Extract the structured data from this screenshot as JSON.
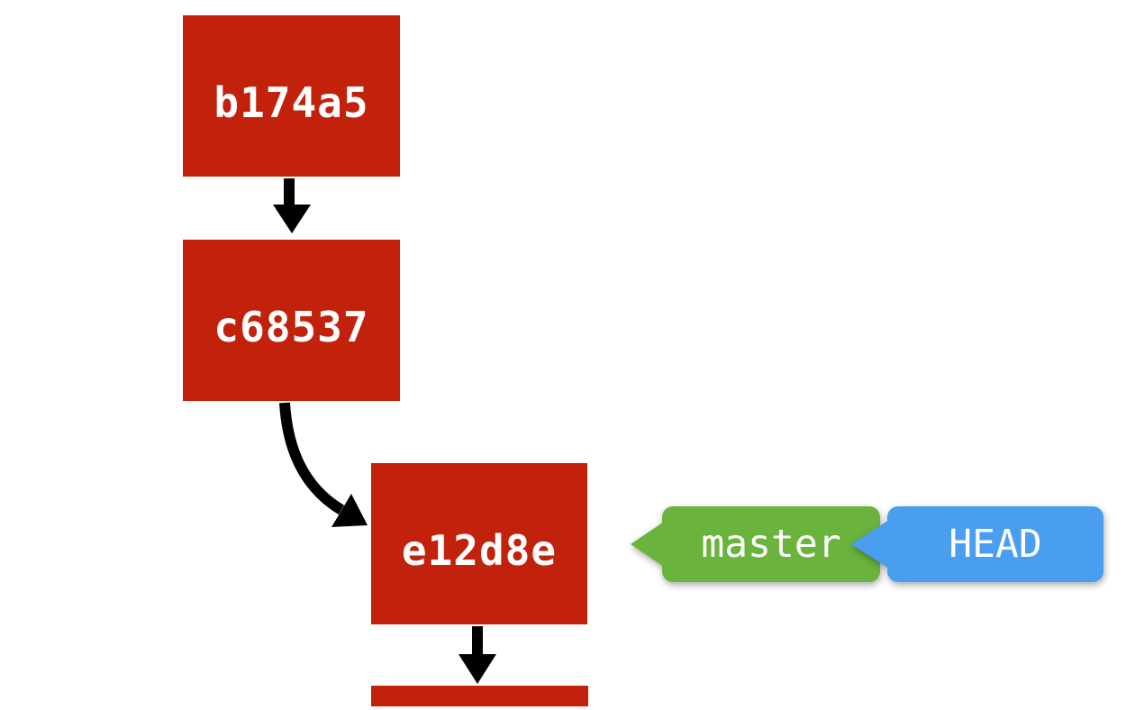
{
  "diagram": {
    "kind": "git-commit-graph",
    "commits": [
      {
        "id": "b174a5",
        "partially_visible": false
      },
      {
        "id": "c68537",
        "partially_visible": false
      },
      {
        "id": "e12d8e",
        "partially_visible": false
      },
      {
        "id": "",
        "partially_visible": true
      }
    ],
    "edges": [
      {
        "from": "b174a5",
        "to": "c68537",
        "style": "straight-down"
      },
      {
        "from": "c68537",
        "to": "e12d8e",
        "style": "curved-right"
      },
      {
        "from": "e12d8e",
        "to": "",
        "style": "straight-down"
      }
    ],
    "refs": [
      {
        "label": "master",
        "shape": "left-pointing-tag",
        "points_at": "e12d8e"
      },
      {
        "label": "HEAD",
        "shape": "left-pointing-tag",
        "points_at": "master"
      }
    ]
  },
  "colors": {
    "commit_red": "#c2220b",
    "branch_green": "#6ab33d",
    "head_blue": "#4a9ef0",
    "arrow_black": "#000000",
    "text_white": "#ffffff",
    "background": "#ffffff"
  }
}
